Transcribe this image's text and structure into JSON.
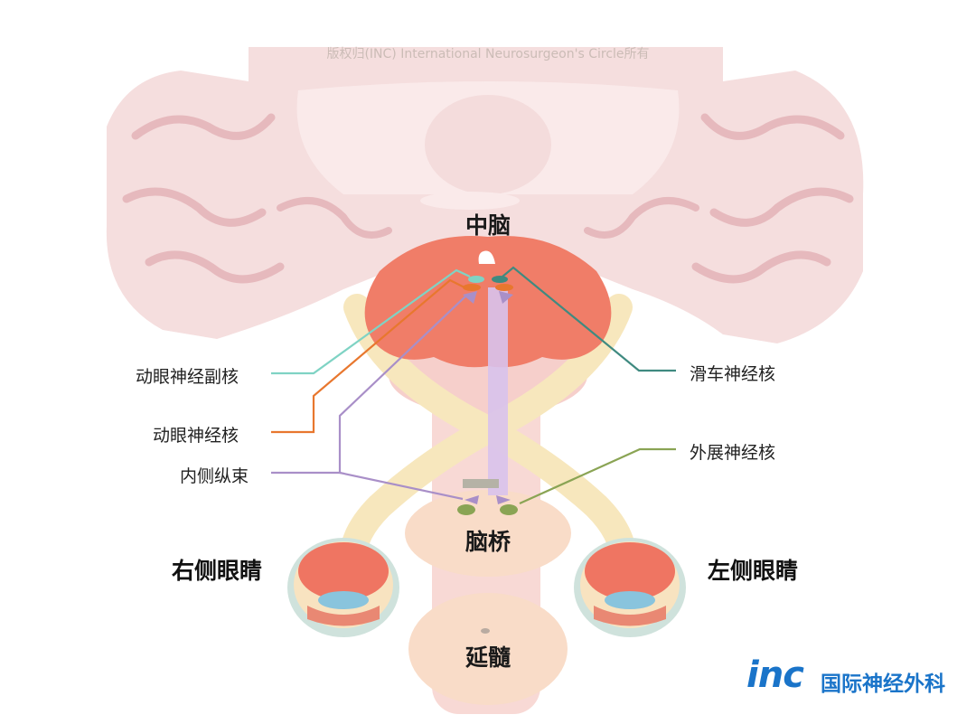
{
  "copyright": "版权归(INC) International Neurosurgeon's Circle所有",
  "regions": {
    "midbrain": "中脑",
    "pons": "脑桥",
    "medulla": "延髓"
  },
  "nuclei": {
    "edinger_westphal": "动眼神经副核",
    "oculomotor": "动眼神经核",
    "mlf": "内侧纵束",
    "trochlear": "滑车神经核",
    "abducens": "外展神经核"
  },
  "eyes": {
    "right": "右侧眼睛",
    "left": "左侧眼睛"
  },
  "logo": {
    "mark": "inc",
    "text": "国际神经外科"
  },
  "colors": {
    "edinger_westphal": "#7fd3c4",
    "oculomotor": "#e8772e",
    "mlf": "#a98fc8",
    "trochlear": "#3f8a80",
    "abducens": "#8aa454",
    "brand": "#1a74c9"
  }
}
